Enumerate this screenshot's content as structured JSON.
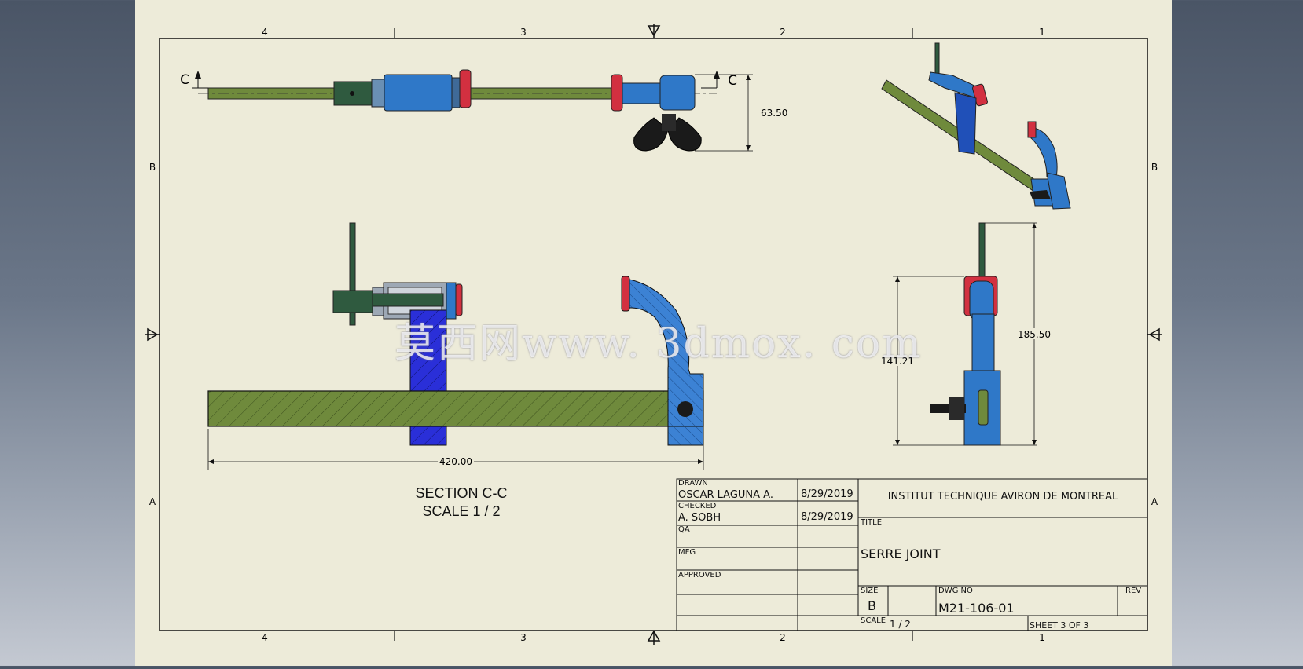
{
  "zone_labels": {
    "columns": [
      "4",
      "3",
      "2",
      "1"
    ],
    "rows": [
      "B",
      "A"
    ]
  },
  "section_markers": {
    "left": "C",
    "right": "C"
  },
  "dimensions": {
    "front_height": "63.50",
    "section_length": "420.00",
    "side_overall": "185.50",
    "side_inner": "141.21"
  },
  "section_caption": {
    "line1": "SECTION C-C",
    "line2": "SCALE 1 / 2"
  },
  "watermark": "莫西网www. 3dmox. com",
  "title_block": {
    "drawn_label": "DRAWN",
    "drawn_name": "OSCAR LAGUNA A.",
    "drawn_date": "8/29/2019",
    "checked_label": "CHECKED",
    "checked_name": "A. SOBH",
    "checked_date": "8/29/2019",
    "qa_label": "QA",
    "mfg_label": "MFG",
    "approved_label": "APPROVED",
    "company": "INSTITUT TECHNIQUE AVIRON DE MONTREAL",
    "title_label": "TITLE",
    "title": "SERRE JOINT",
    "size_label": "SIZE",
    "size": "B",
    "dwg_no_label": "DWG NO",
    "dwg_no": "M21-106-01",
    "rev_label": "REV",
    "scale_label": "SCALE",
    "scale": "1 / 2",
    "sheet": "SHEET 3  OF 3"
  },
  "colors": {
    "paper": "#edebd9",
    "bar_green": "#6f8a3c",
    "dark_green": "#2f5a3f",
    "blue": "#2f78c8",
    "deep_blue": "#2a2fd8",
    "red": "#d23040"
  }
}
